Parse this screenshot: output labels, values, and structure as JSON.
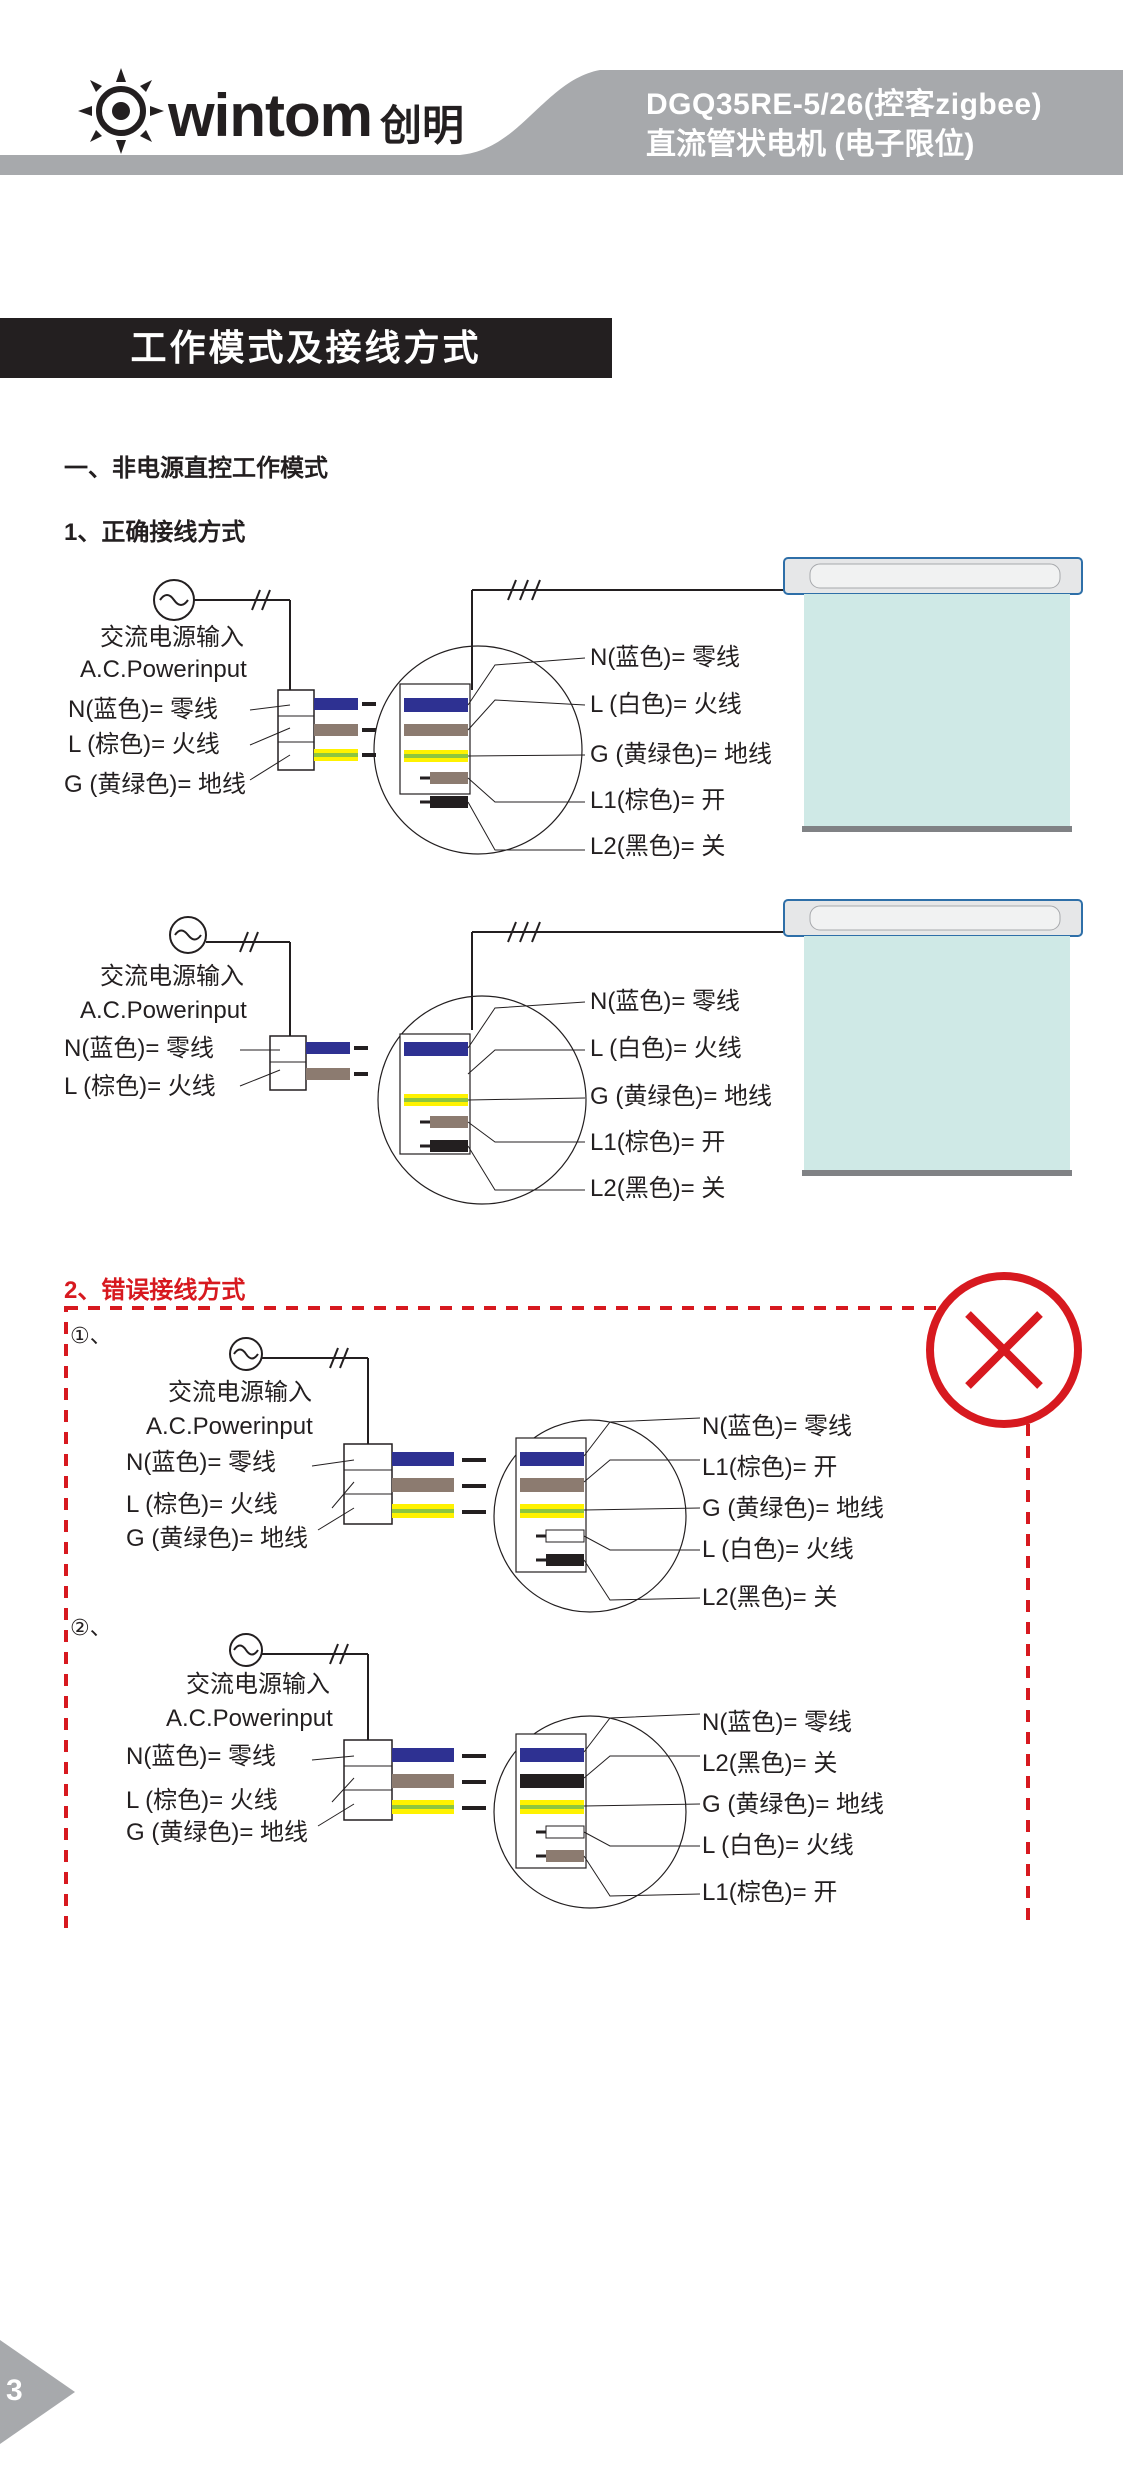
{
  "header": {
    "brand": "wintom",
    "brand_cn": "创明",
    "model": "DGQ35RE-5/26(控客zigbee)",
    "product": "直流管状电机 (电子限位)"
  },
  "section_title": "工作模式及接线方式",
  "mode_heading": "一、非电源直控工作模式",
  "correct_heading": "1、正确接线方式",
  "wrong_heading": "2、错误接线方式",
  "diagrams": {
    "d1": {
      "power_cn": "交流电源输入",
      "power_en": "A.C.Powerinput",
      "left": [
        "N(蓝色)= 零线",
        "L (棕色)= 火线",
        "G (黄绿色)= 地线"
      ],
      "right": [
        "N(蓝色)= 零线",
        "L (白色)= 火线",
        "G (黄绿色)= 地线",
        "L1(棕色)= 开",
        "L2(黑色)= 关"
      ]
    },
    "d2": {
      "power_cn": "交流电源输入",
      "power_en": "A.C.Powerinput",
      "left": [
        "N(蓝色)= 零线",
        "L (棕色)= 火线"
      ],
      "right": [
        "N(蓝色)= 零线",
        "L (白色)= 火线",
        "G (黄绿色)= 地线",
        "L1(棕色)= 开",
        "L2(黑色)= 关"
      ]
    },
    "w1": {
      "marker": "①、",
      "power_cn": "交流电源输入",
      "power_en": "A.C.Powerinput",
      "left": [
        "N(蓝色)= 零线",
        "L (棕色)= 火线",
        "G (黄绿色)= 地线"
      ],
      "right": [
        "N(蓝色)= 零线",
        "L1(棕色)= 开",
        "G (黄绿色)= 地线",
        "L (白色)= 火线",
        "L2(黑色)= 关"
      ]
    },
    "w2": {
      "marker": "②、",
      "power_cn": "交流电源输入",
      "power_en": "A.C.Powerinput",
      "left": [
        "N(蓝色)= 零线",
        "L (棕色)= 火线",
        "G (黄绿色)= 地线"
      ],
      "right": [
        "N(蓝色)= 零线",
        "L2(黑色)= 关",
        "G (黄绿色)= 地线",
        "L (白色)= 火线",
        "L1(棕色)= 开"
      ]
    }
  },
  "page_number": "3",
  "colors": {
    "blue": "#2e3192",
    "brown": "#8c7b70",
    "black": "#231f20",
    "yellow": "#fff200",
    "green": "#8dc63f",
    "red": "#d7191f",
    "gray": "#a7a9ac",
    "blind": "#cfe9e6"
  }
}
